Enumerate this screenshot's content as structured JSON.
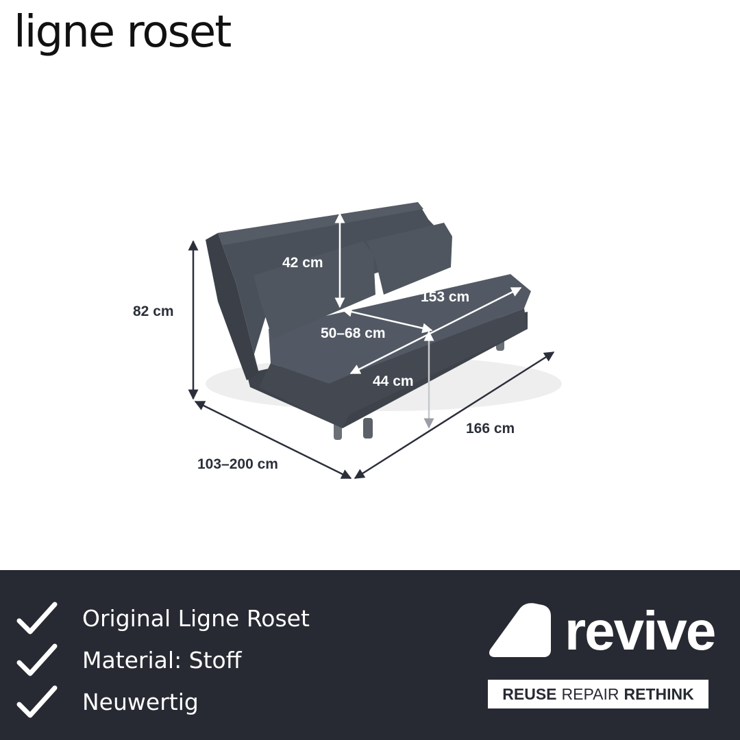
{
  "brand": {
    "name": "ligne roset"
  },
  "colors": {
    "footer_bg": "#272a32",
    "sofa_fabric": "#4a5059",
    "dimension_line": "#2b2f3a",
    "text_dark": "#111111"
  },
  "dimensions": {
    "backrest_height": "42 cm",
    "total_height": "82 cm",
    "seat_width": "153 cm",
    "seat_depth": "50–68 cm",
    "seat_height": "44 cm",
    "total_width": "166 cm",
    "total_depth": "103–200 cm"
  },
  "features": [
    {
      "text": "Original Ligne Roset",
      "icon": "check-icon"
    },
    {
      "text": "Material: Stoff",
      "icon": "check-icon"
    },
    {
      "text": "Neuwertig",
      "icon": "check-icon"
    }
  ],
  "revive": {
    "wordmark": "revive",
    "tagline": {
      "part1": "REUSE",
      "part2": "REPAIR",
      "part3": "RETHINK"
    }
  }
}
